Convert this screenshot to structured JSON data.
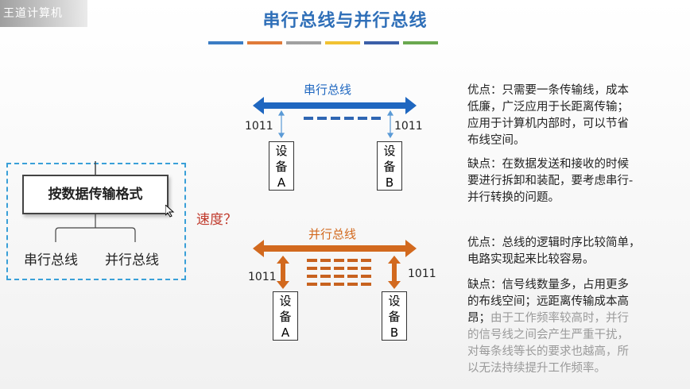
{
  "watermark": "王道计算机",
  "title": "串行总线与并行总线",
  "color_bars": [
    "#3b7dc4",
    "#e07b39",
    "#a0a0a0",
    "#f1c232",
    "#3b5fa8",
    "#6aa84f"
  ],
  "serial": {
    "title": "串行总线",
    "left_bits": "1011",
    "right_bits": "1011",
    "device_a": [
      "设",
      "备",
      "A"
    ],
    "device_b": [
      "设",
      "备",
      "B"
    ],
    "color": "#1f67c0"
  },
  "parallel": {
    "title": "并行总线",
    "left_bits": "1011",
    "right_bits": "1011",
    "device_a": [
      "设",
      "备",
      "A"
    ],
    "device_b": [
      "设",
      "备",
      "B"
    ],
    "color": "#d2691e"
  },
  "serial_pros": [
    "优点：只需要一条传输线，成本",
    "低廉，广泛应用于长距离传输；",
    "应用于计算机内部时，可以节省",
    "布线空间。"
  ],
  "serial_cons": [
    "缺点：在数据发送和接收的时候",
    "要进行拆卸和装配，要考虑串行-",
    "并行转换的问题。"
  ],
  "parallel_pros": [
    "优点：总线的逻辑时序比较简单，",
    "电路实现起来比较容易。"
  ],
  "parallel_cons_dark": [
    "缺点：信号线数量多，占用更多",
    "的布线空间；远距离传输成本高",
    "昂；"
  ],
  "parallel_cons_gray_inline": "由于工作频率较高时，并行",
  "parallel_cons_gray": [
    "的信号线之间会产生严重干扰，",
    "对每条线等长的要求也越高，所",
    "以无法持续提升工作频率。"
  ],
  "tree": {
    "root": "按数据传输格式",
    "child_1": "串行总线",
    "child_2": "并行总线"
  },
  "speed_label": "速度？"
}
